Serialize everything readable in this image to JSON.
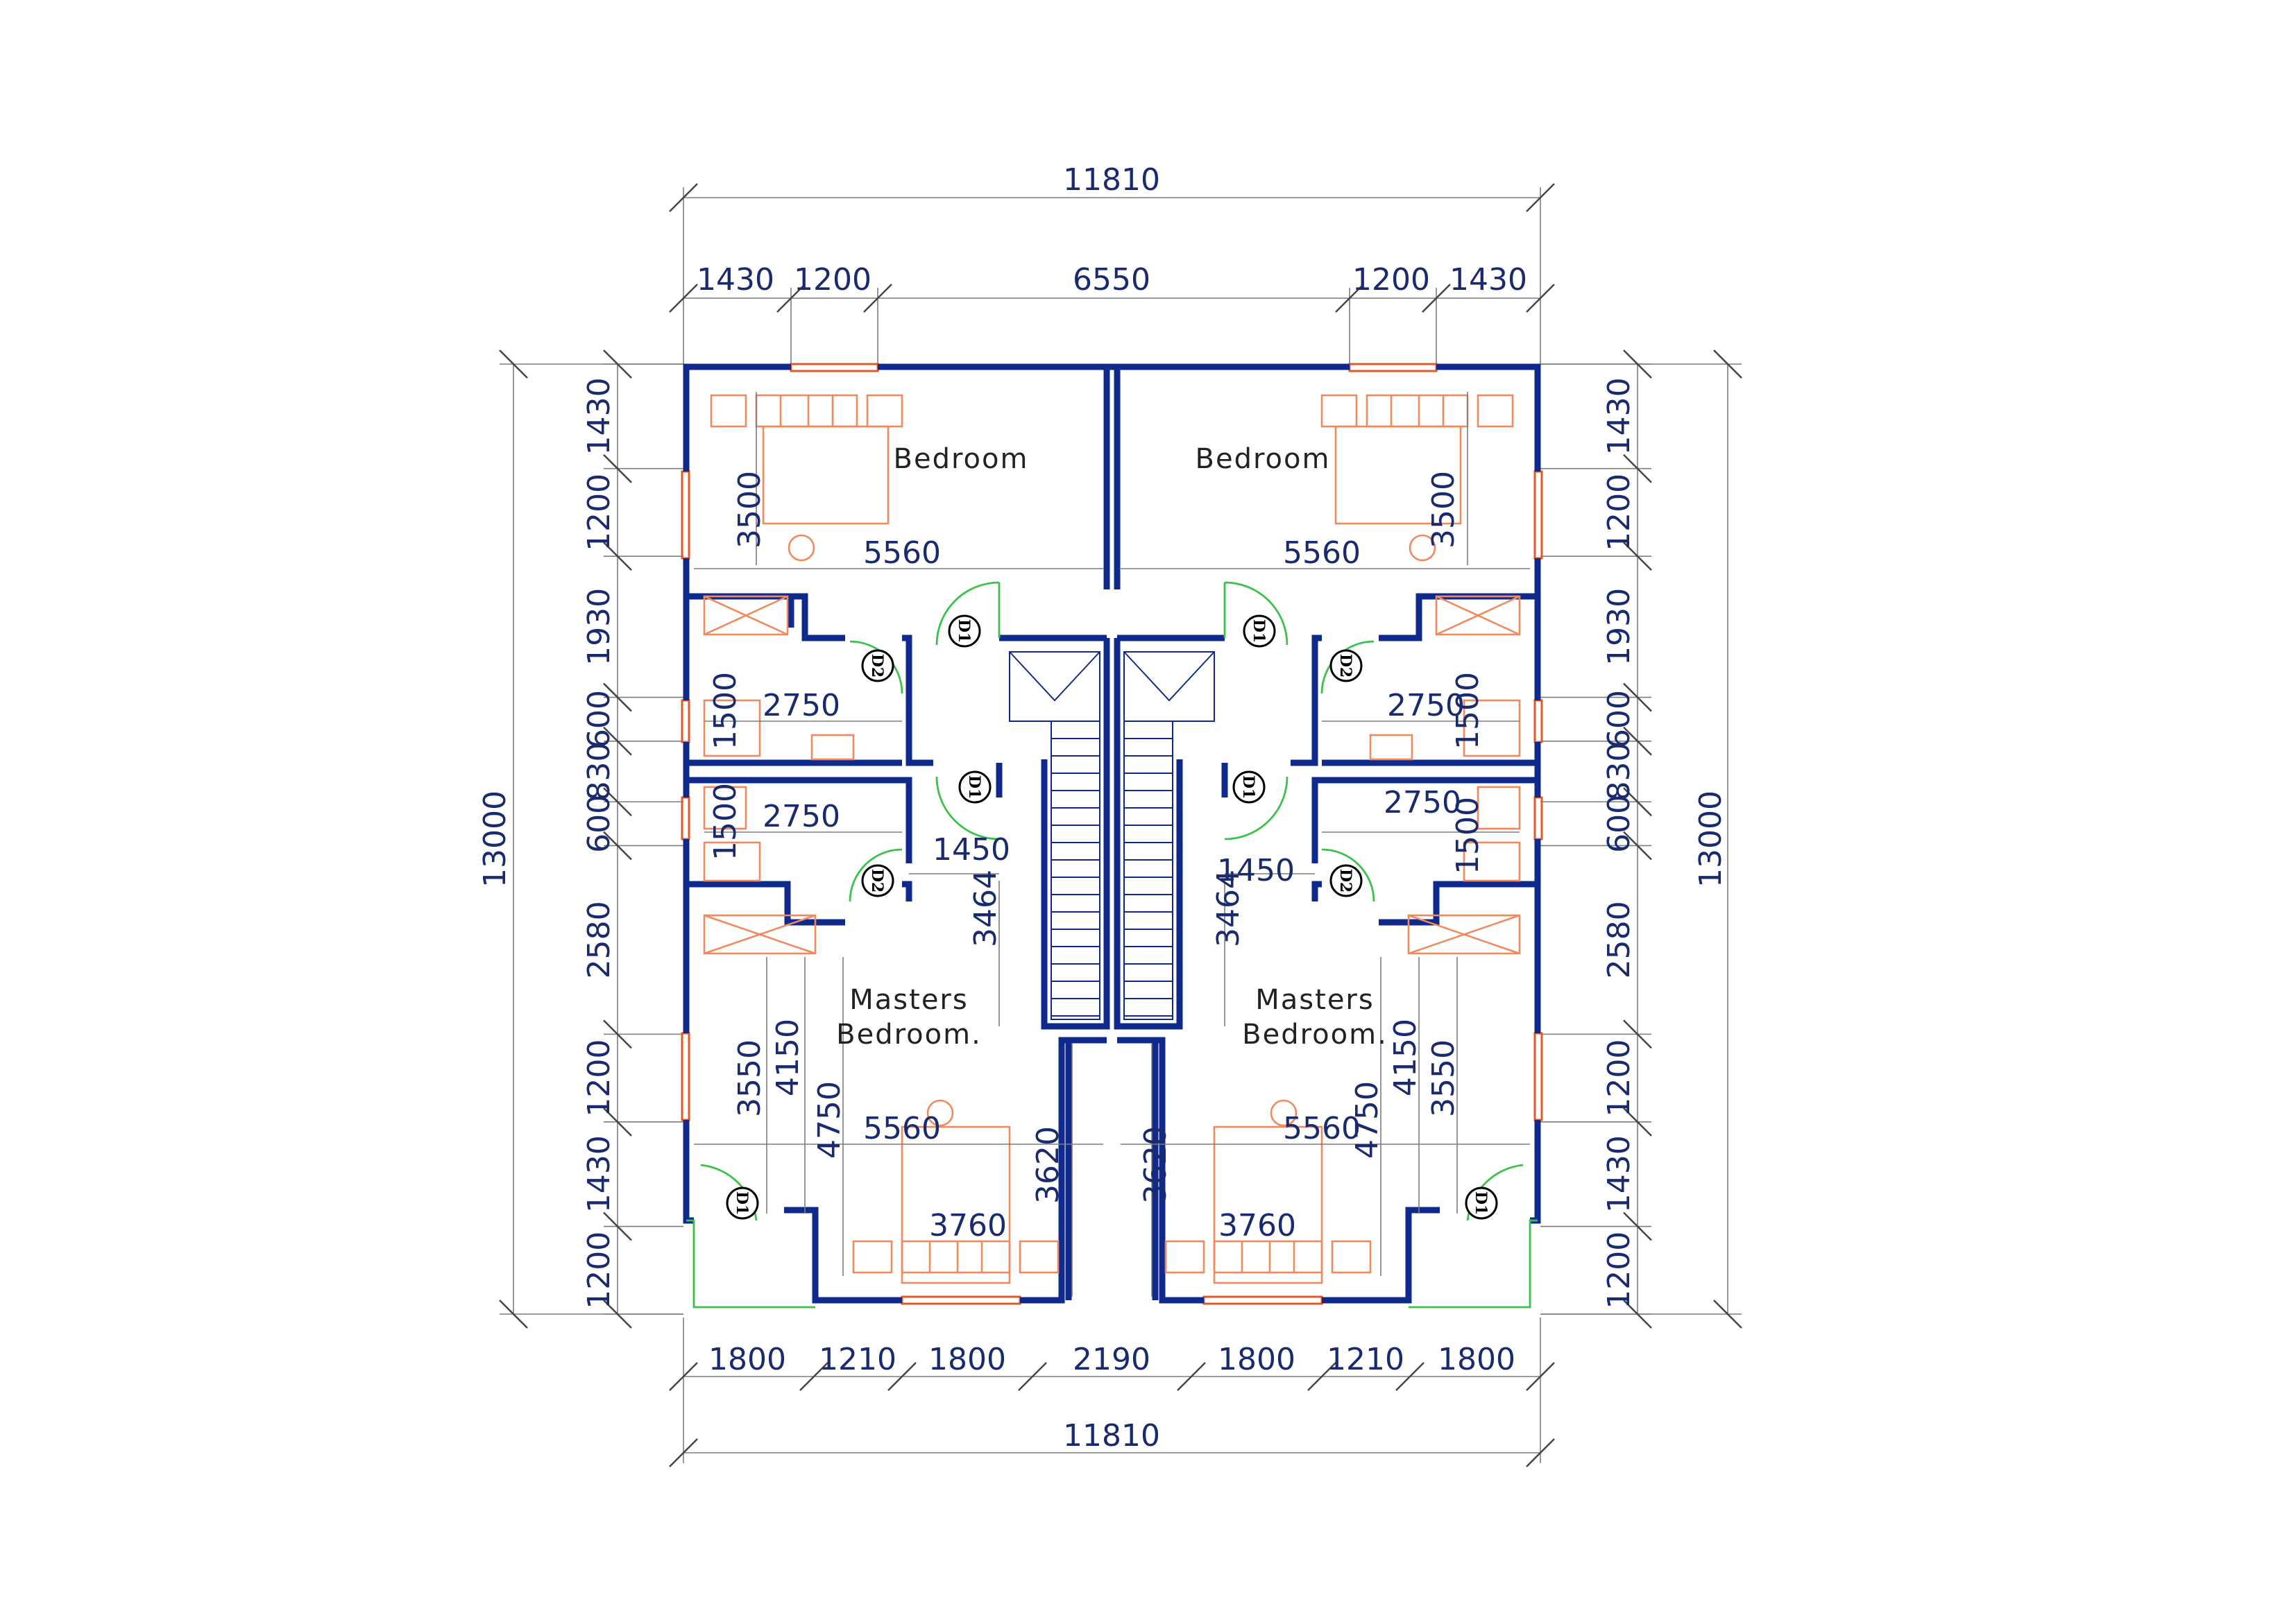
{
  "overall": {
    "top": "11810",
    "bottom": "11810",
    "left": "13000",
    "right": "13000"
  },
  "top_segments": [
    "1430",
    "1200",
    "6550",
    "1200",
    "1430"
  ],
  "bottom_segments": [
    "1800",
    "1210",
    "1800",
    "2190",
    "1800",
    "1210",
    "1800"
  ],
  "left_segments": [
    "1430",
    "1200",
    "1930",
    "600",
    "830",
    "600",
    "2580",
    "1200",
    "1430",
    "1200"
  ],
  "right_segments": [
    "1430",
    "1200",
    "1930",
    "600",
    "830",
    "600",
    "2580",
    "1200",
    "1430",
    "1200"
  ],
  "rooms": {
    "bedroom_left": "Bedroom",
    "bedroom_right": "Bedroom",
    "masters_left_1": "Masters",
    "masters_left_2": "Bedroom.",
    "masters_right_1": "Masters",
    "masters_right_2": "Bedroom."
  },
  "interior_dims": {
    "bed_l_h": "3500",
    "bed_l_w": "5560",
    "bed_r_h": "3500",
    "bed_r_w": "5560",
    "bath_l1_w": "2750",
    "bath_l1_h": "1500",
    "bath_l2_w": "2750",
    "bath_l2_h": "1500",
    "bath_r1_w": "2750",
    "bath_r1_h": "1500",
    "bath_r2_w": "2750",
    "bath_r2_h": "1500",
    "hall_l_w": "1450",
    "hall_r_w": "1450",
    "stair_l": "3464",
    "stair_r": "3464",
    "mb_l_a": "3550",
    "mb_l_b": "4150",
    "mb_l_c": "4750",
    "mb_l_w": "5560",
    "mb_l_bot": "3760",
    "mb_l_cor": "3620",
    "mb_r_a": "3550",
    "mb_r_b": "4150",
    "mb_r_c": "4750",
    "mb_r_w": "5560",
    "mb_r_bot": "3760",
    "mb_r_cor": "3620"
  },
  "door_tags": {
    "d1": "D1",
    "d2": "D2"
  },
  "colors": {
    "wall": "#0f2a8c",
    "furniture": "#f08a5d",
    "door_swing": "#3cc24a",
    "dimension": "#1a2a6e"
  }
}
